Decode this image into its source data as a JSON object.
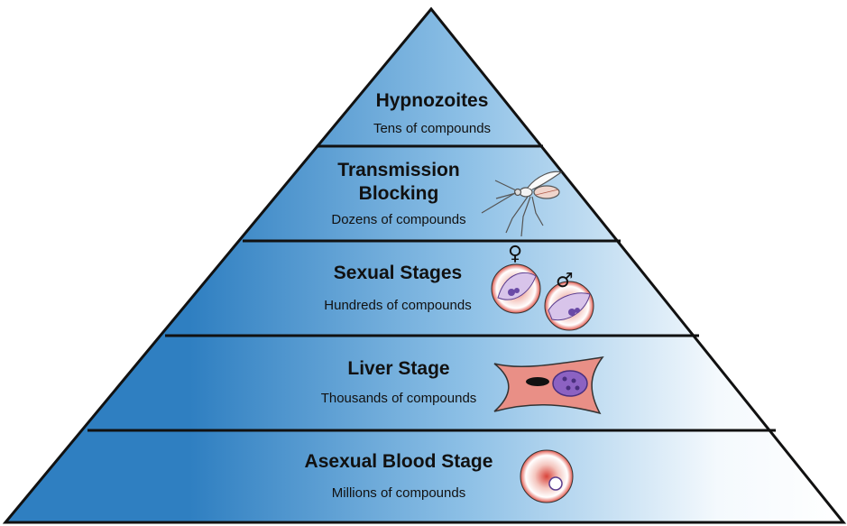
{
  "pyramid": {
    "gradient_dark": "#2f7fc1",
    "gradient_light": "#ffffff",
    "outline": "#111111",
    "tiers": [
      {
        "title": "Hypnozoites",
        "subtitle": "Tens of compounds"
      },
      {
        "title": "Transmission\nBlocking",
        "subtitle": "Dozens of compounds"
      },
      {
        "title": "Sexual Stages",
        "subtitle": "Hundreds of compounds"
      },
      {
        "title": "Liver Stage",
        "subtitle": "Thousands of compounds"
      },
      {
        "title": "Asexual Blood Stage",
        "subtitle": "Millions of compounds"
      }
    ]
  },
  "icons": {
    "female_symbol": "♀",
    "male_symbol": "♂",
    "cell_color": "#d9443b",
    "parasite_color": "#6a4aa6"
  }
}
